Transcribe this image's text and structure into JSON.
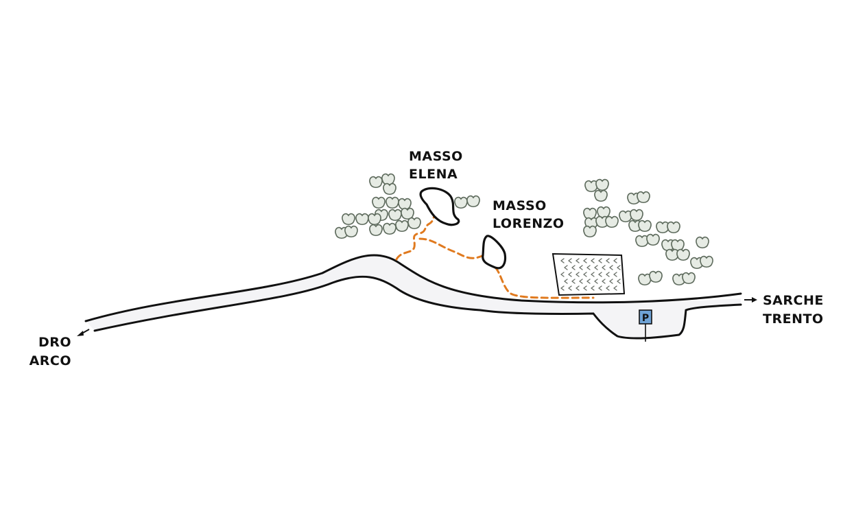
{
  "map": {
    "colors": {
      "trail": "#e07a1f",
      "road": "#f4f4f6",
      "outline": "#111111",
      "bush_fill": "#e6ebe4",
      "bush_stroke": "#5d6a5c",
      "parking": "#6fa3d6"
    },
    "labels": {
      "masso_elena": [
        "MASSO",
        "ELENA"
      ],
      "masso_lorenzo": [
        "MASSO",
        "LORENZO"
      ],
      "left_destination": [
        "DRO",
        "ARCO"
      ],
      "right_destination": [
        "SARCHE",
        "TRENTO"
      ],
      "parking": "P"
    },
    "icons": [
      "bush-icon",
      "boulder-icon",
      "parking-sign-icon",
      "arrow-left-icon",
      "arrow-right-icon",
      "meadow-icon"
    ]
  }
}
